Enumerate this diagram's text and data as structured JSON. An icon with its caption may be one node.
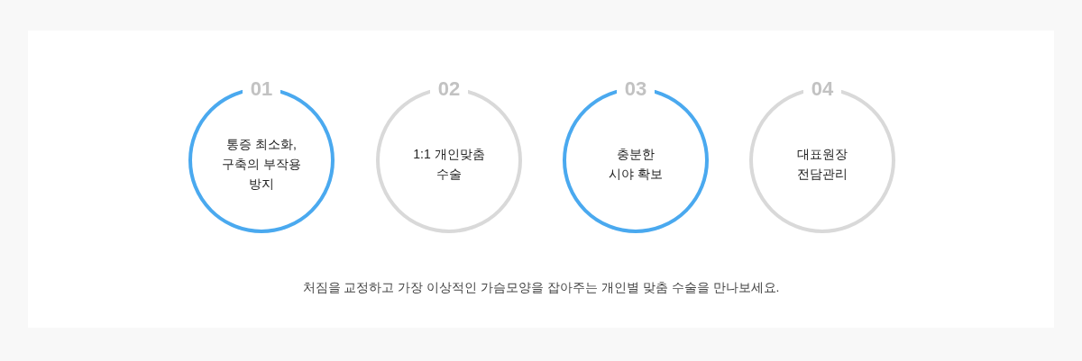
{
  "diagram": {
    "nodes": [
      {
        "text": [
          "01",
          "통증 최소화, 구축의 부작용 방지"
        ]
      },
      {
        "text": [
          "02",
          "1:1 개인맞춤 수술"
        ]
      },
      {
        "text": [
          "03",
          "충분한 시야 확보"
        ]
      },
      {
        "text": [
          "04",
          "대표원장 전담관리"
        ]
      }
    ],
    "caption": "처짐을 교정하고 가장 이상적인 가슴모양을 잡아주는 개인별 맞춤 수술을 만나보세요."
  }
}
